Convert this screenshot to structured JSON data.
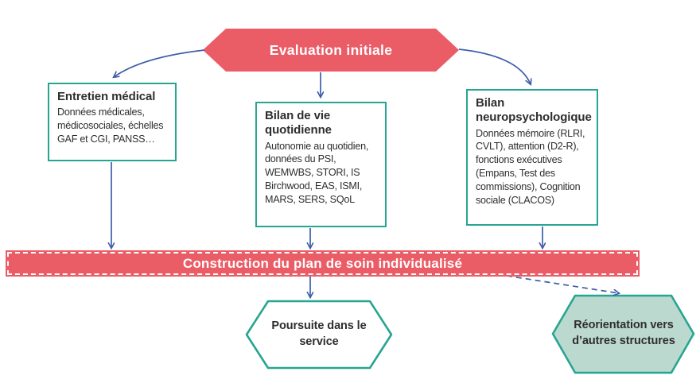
{
  "diagram": {
    "title_hexagon": {
      "label": "Evaluation initiale"
    },
    "boxes": [
      {
        "title": "Entretien médical",
        "body": "Données médicales, médicosociales, échelles GAF et CGI, PANSS…"
      },
      {
        "title": "Bilan de vie quotidienne",
        "body": "Autonomie au quotidien, données du PSI, WEMWBS, STORI, IS Birchwood, EAS, ISMI, MARS, SERS, SQoL"
      },
      {
        "title": "Bilan neuropsychologique",
        "body": "Données mémoire (RLRI, CVLT), attention (D2-R), fonctions exécutives (Empans, Test des commissions), Cognition sociale (CLACOS)"
      }
    ],
    "banner": {
      "label": "Construction du plan de soin individualisé"
    },
    "outcomes": [
      {
        "label": "Poursuite dans le service"
      },
      {
        "label": "Réorientation vers d’autres structures"
      }
    ],
    "colors": {
      "red": "#ea5c66",
      "teal_border": "#26a592",
      "teal_fill": "#bcd9d0",
      "arrow_blue": "#3d5da9",
      "text": "#2e2e2e"
    }
  }
}
